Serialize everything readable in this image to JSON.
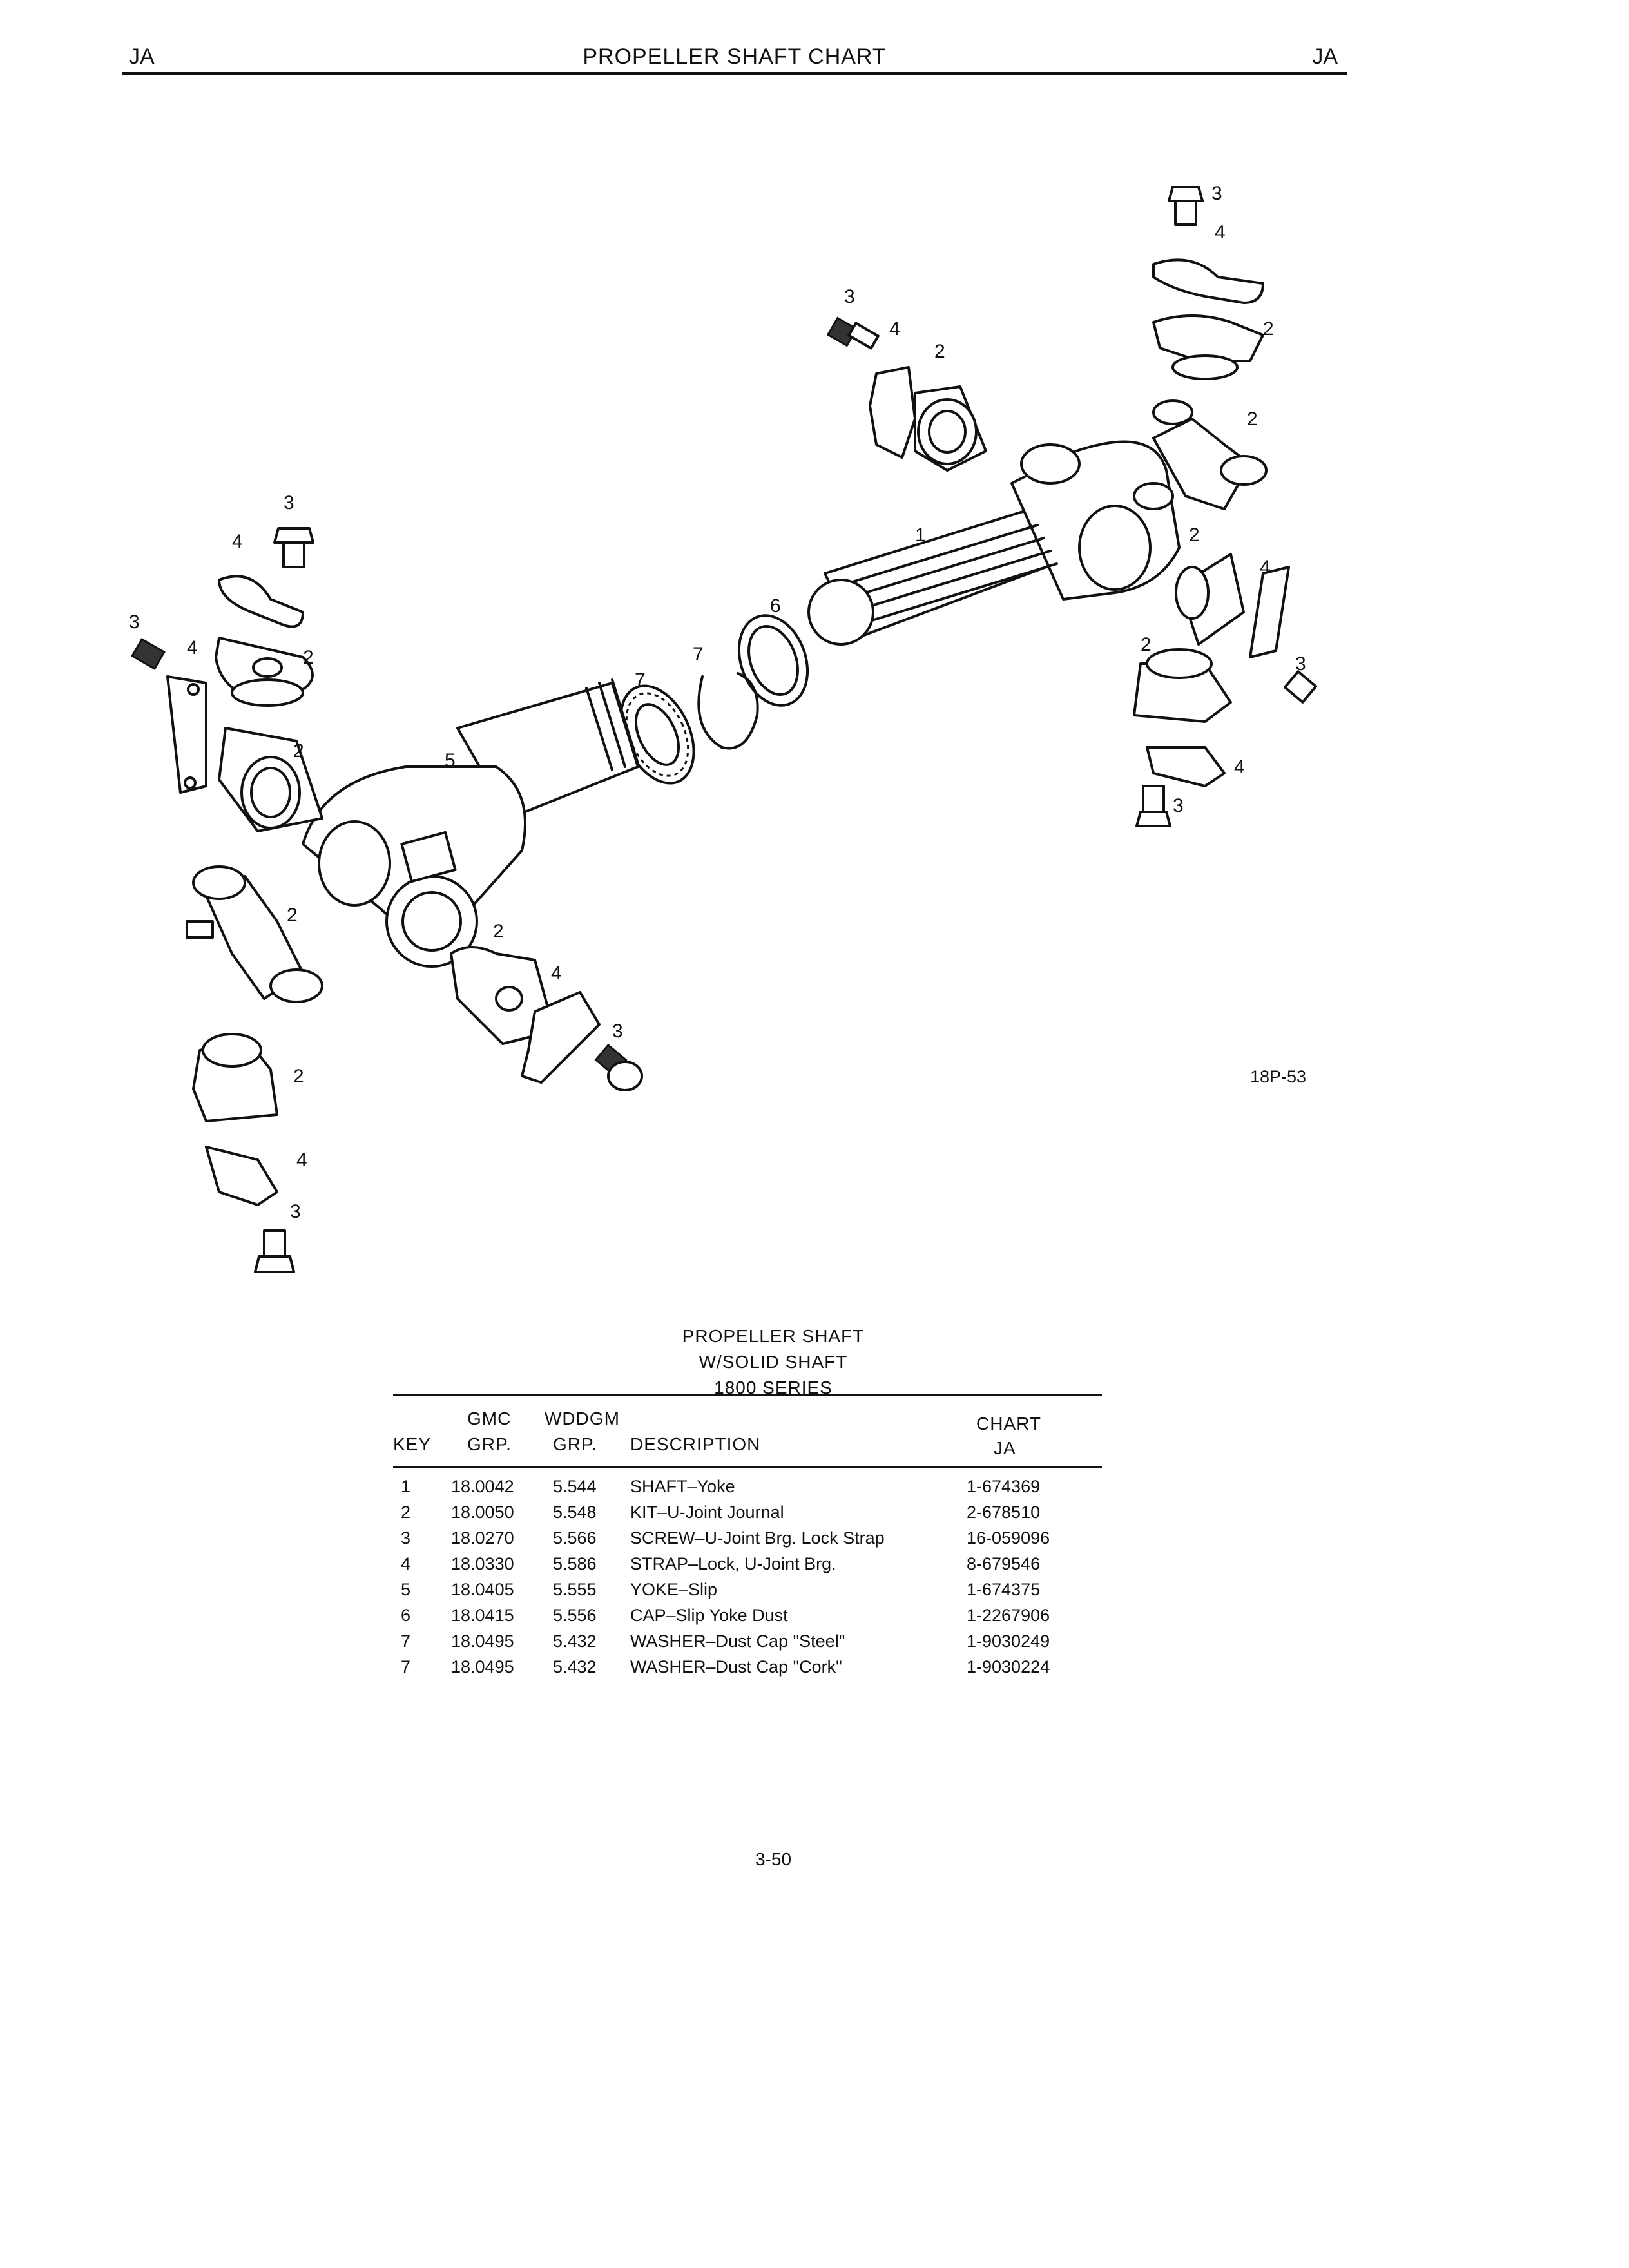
{
  "header": {
    "left": "JA",
    "title": "PROPELLER SHAFT CHART",
    "right": "JA"
  },
  "figure": {
    "ref": "18P-53",
    "callouts": [
      "1",
      "2",
      "3",
      "4",
      "5",
      "6",
      "7"
    ]
  },
  "table": {
    "title_lines": [
      "PROPELLER SHAFT",
      "W/SOLID SHAFT",
      "1800 SERIES"
    ],
    "columns": {
      "key": "KEY",
      "gmc_top": "GMC",
      "gmc_bottom": "GRP.",
      "wddgm_top": "WDDGM",
      "wddgm_bottom": "GRP.",
      "description": "DESCRIPTION",
      "chart_top": "CHART",
      "chart_bottom": "JA"
    },
    "rows": [
      {
        "key": "1",
        "gmc": "18.0042",
        "wddgm": "5.544",
        "description": "SHAFT–Yoke",
        "chart": "1-674369"
      },
      {
        "key": "2",
        "gmc": "18.0050",
        "wddgm": "5.548",
        "description": "KIT–U-Joint Journal",
        "chart": "2-678510"
      },
      {
        "key": "3",
        "gmc": "18.0270",
        "wddgm": "5.566",
        "description": "SCREW–U-Joint Brg. Lock Strap",
        "chart": "16-059096"
      },
      {
        "key": "4",
        "gmc": "18.0330",
        "wddgm": "5.586",
        "description": "STRAP–Lock, U-Joint Brg.",
        "chart": "8-679546"
      },
      {
        "key": "5",
        "gmc": "18.0405",
        "wddgm": "5.555",
        "description": "YOKE–Slip",
        "chart": "1-674375"
      },
      {
        "key": "6",
        "gmc": "18.0415",
        "wddgm": "5.556",
        "description": "CAP–Slip Yoke Dust",
        "chart": "1-2267906"
      },
      {
        "key": "7",
        "gmc": "18.0495",
        "wddgm": "5.432",
        "description": "WASHER–Dust Cap \"Steel\"",
        "chart": "1-9030249"
      },
      {
        "key": "7",
        "gmc": "18.0495",
        "wddgm": "5.432",
        "description": "WASHER–Dust Cap \"Cork\"",
        "chart": "1-9030224"
      }
    ]
  },
  "page_number": "3-50"
}
